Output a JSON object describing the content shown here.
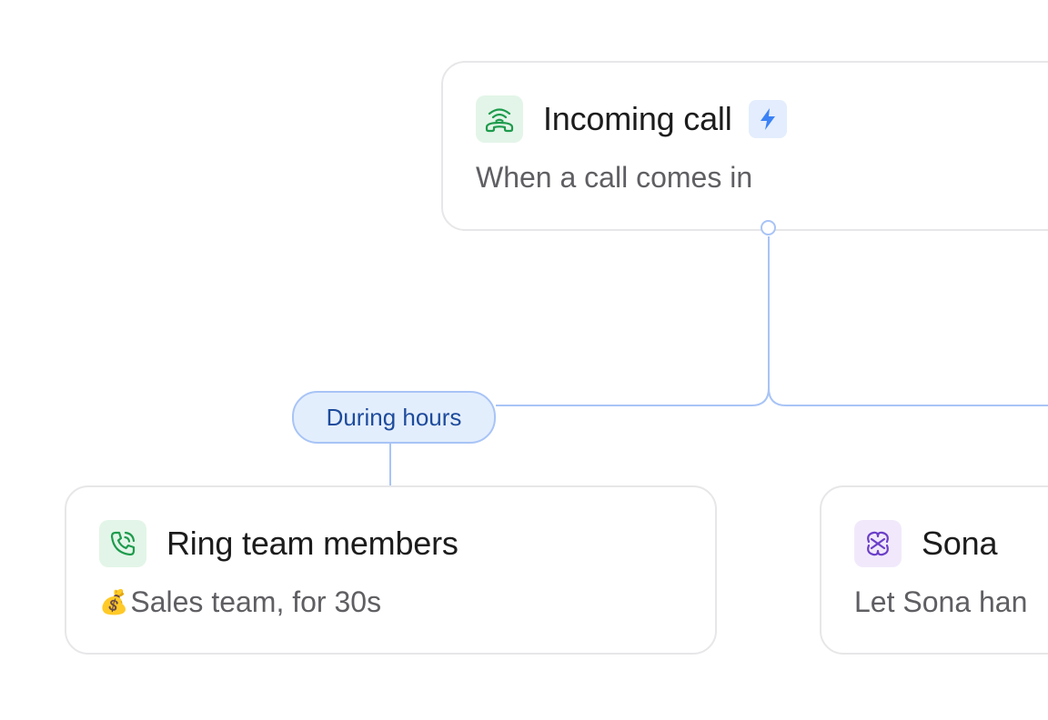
{
  "nodes": {
    "trigger": {
      "title": "Incoming call",
      "subtitle": "When a call comes in",
      "icon": "incoming-call-icon",
      "badge_icon": "lightning-icon"
    },
    "ring": {
      "title": "Ring team members",
      "subtitle_emoji": "💰",
      "subtitle": "Sales team, for 30s",
      "icon": "phone-ringing-icon"
    },
    "sona": {
      "title": "Sona",
      "subtitle": "Let Sona han",
      "icon": "sona-logo-icon"
    }
  },
  "branch": {
    "label": "During hours"
  },
  "colors": {
    "connector": "#a8c4f6",
    "green_icon": "#1e9b4d",
    "purple_icon": "#6b3fc8",
    "badge_blue": "#3b82f6"
  }
}
